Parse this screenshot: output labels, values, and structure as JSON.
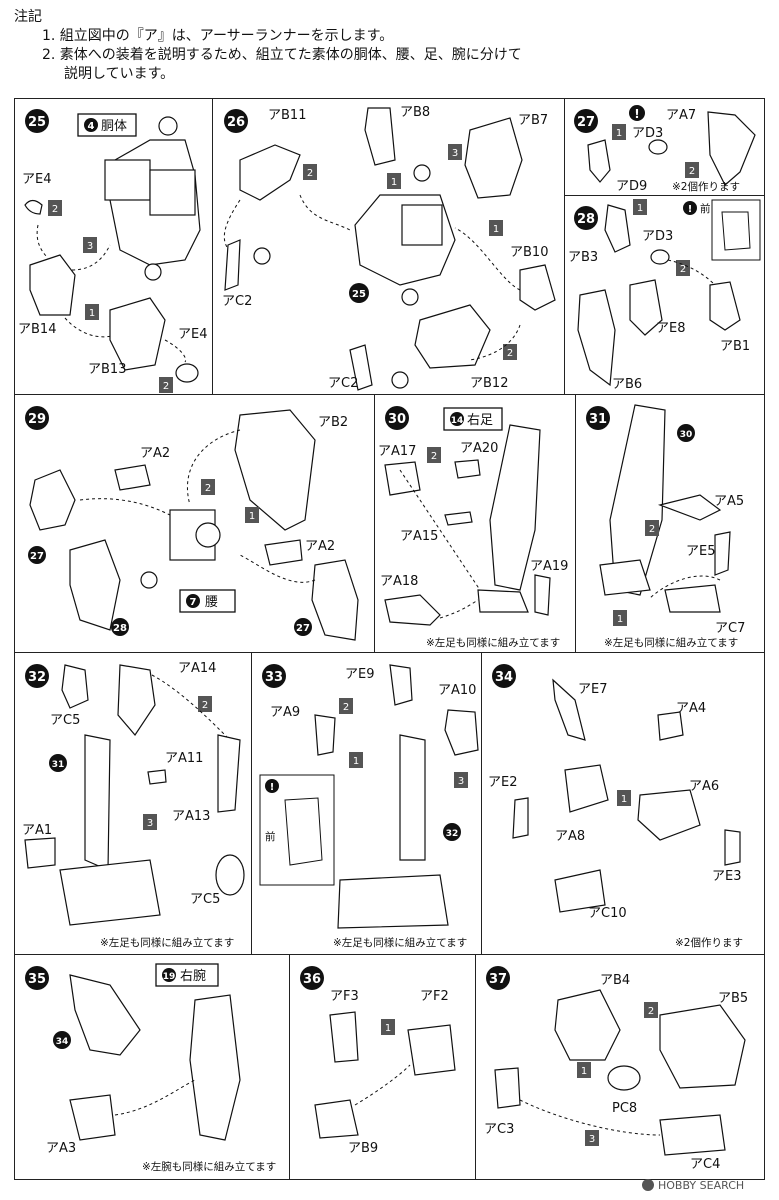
{
  "notes": {
    "heading": "注記",
    "line1": "1. 組立図中の『ア』は、アーサーランナーを示します。",
    "line2a": "2. 素体への装着を説明するため、組立てた素体の胴体、腰、足、腕に分けて",
    "line2b": "説明しています。"
  },
  "steps": {
    "s25": {
      "num": "25",
      "badge": "4",
      "title": "胴体",
      "p1": "アE4",
      "p2": "アB14",
      "p3": "アB13",
      "p4": "アE4"
    },
    "s26": {
      "num": "26",
      "p1": "アB11",
      "p2": "アB8",
      "p3": "アB7",
      "p4": "アB10",
      "p5": "アC2",
      "p6": "アC2",
      "p7": "アB12",
      "ref": "25"
    },
    "s27": {
      "num": "27",
      "p1": "アA7",
      "p2": "アD3",
      "p3": "アD9",
      "note": "※2個作ります"
    },
    "s28": {
      "num": "28",
      "p1": "アB3",
      "p2": "アD3",
      "p3": "アE8",
      "p4": "アB1",
      "p5": "アB6",
      "front": "前"
    },
    "s29": {
      "num": "29",
      "p1": "アB2",
      "p2": "アA2",
      "p3": "アA2",
      "badge": "7",
      "title": "腰",
      "ref1": "27",
      "ref2": "28",
      "ref3": "27"
    },
    "s30": {
      "num": "30",
      "badge": "14",
      "title": "右足",
      "p1": "アA17",
      "p2": "アA20",
      "p3": "アA15",
      "p4": "アA18",
      "p5": "アA19",
      "note": "※左足も同様に組み立てます"
    },
    "s31": {
      "num": "31",
      "ref": "30",
      "p1": "アA5",
      "p2": "アE5",
      "p3": "アC7",
      "note": "※左足も同様に組み立てます"
    },
    "s32": {
      "num": "32",
      "p1": "アA14",
      "p2": "アC5",
      "p3": "アA11",
      "p4": "アA1",
      "p5": "アA13",
      "p6": "アC5",
      "ref": "31",
      "note": "※左足も同様に組み立てます"
    },
    "s33": {
      "num": "33",
      "p1": "アE9",
      "p2": "アA10",
      "p3": "アA9",
      "front": "前",
      "ref": "32",
      "note": "※左足も同様に組み立てます"
    },
    "s34": {
      "num": "34",
      "p1": "アE7",
      "p2": "アA4",
      "p3": "アE2",
      "p4": "アA6",
      "p5": "アA8",
      "p6": "アE3",
      "p7": "アC10",
      "note": "※2個作ります"
    },
    "s35": {
      "num": "35",
      "badge": "19",
      "title": "右腕",
      "ref": "34",
      "p1": "アA3",
      "note": "※左腕も同様に組み立てます"
    },
    "s36": {
      "num": "36",
      "p1": "アF3",
      "p2": "アF2",
      "p3": "アB9"
    },
    "s37": {
      "num": "37",
      "p1": "アB4",
      "p2": "アB5",
      "p3": "PC8",
      "p4": "アC3",
      "p5": "アC4"
    }
  },
  "watermark": "HOBBY SEARCH"
}
